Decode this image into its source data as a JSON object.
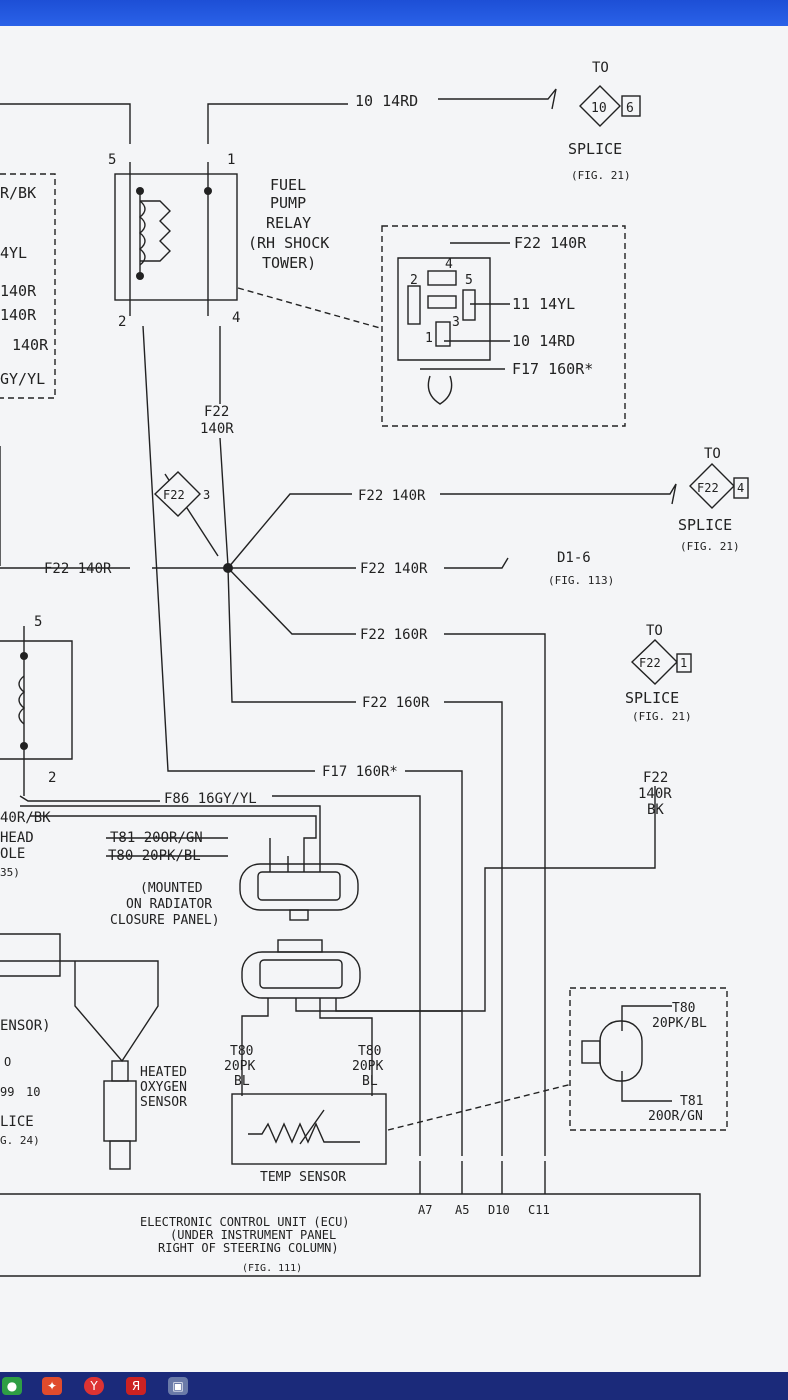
{
  "colors": {
    "line": "#222222",
    "paper": "#f4f5f7",
    "taskbar": "#1b2a7a",
    "titlebar": "#2a62e8"
  },
  "wires": {
    "top_10_14rd": "10 14RD",
    "f22_140or_up": "F22 140R",
    "f22_140or_mid": "F22 140R",
    "f22_140or_left": "F22 140R",
    "f22_160or_a": "F22 160R",
    "f22_160or_b": "F22 160R",
    "f17_160or": "F17 160R*",
    "f86": "F86 16GY/YL",
    "t81": "T81 20OR/GN",
    "t80": "T80 20PK/BL",
    "f22_140or_vert": [
      "F22",
      "140R"
    ],
    "f22_140or_bk": [
      "F22",
      "140R",
      "BK"
    ],
    "t80_20pk_bl_1": [
      "T80",
      "20PK",
      "BL"
    ],
    "t80_20pk_bl_2": [
      "T80",
      "20PK",
      "BL"
    ],
    "left_or_bk": "40R/BK"
  },
  "relay": {
    "label": [
      "FUEL",
      "PUMP",
      "RELAY",
      "(RH SHOCK",
      "TOWER)"
    ],
    "pins": [
      "5",
      "1",
      "2",
      "4"
    ]
  },
  "detail_box": {
    "wire1": "F22 140R",
    "wire2": "11 14YL",
    "wire3": "10 14RD",
    "wire4": "F17 160R*",
    "pins": [
      "4",
      "5",
      "2",
      "1",
      "3"
    ]
  },
  "splices": [
    {
      "to": "TO",
      "id": "10",
      "num": "6",
      "label": "SPLICE",
      "fig": "(FIG. 21)"
    },
    {
      "to": "TO",
      "id": "F22",
      "num": "4",
      "label": "SPLICE",
      "fig": "(FIG. 21)"
    },
    {
      "to": "TO",
      "id": "F22",
      "num": "1",
      "label": "SPLICE",
      "fig": "(FIG. 21)"
    }
  ],
  "splice_marker": {
    "id": "F22",
    "num": "3"
  },
  "d1": {
    "label": "D1-6",
    "fig": "(FIG. 113)"
  },
  "left_side": [
    "R/BK",
    "4YL",
    "140R",
    "140R",
    "140R",
    "GY/YL",
    "5",
    "2",
    "HEAD",
    "OLE",
    "35)",
    "ENSOR)",
    "O",
    "99",
    "10",
    "LICE",
    "G. 24)"
  ],
  "connector_note": [
    "(MOUNTED",
    "ON RADIATOR",
    "CLOSURE PANEL)"
  ],
  "oxygen": [
    "HEATED",
    "OXYGEN",
    "SENSOR"
  ],
  "temp_sensor": "TEMP SENSOR",
  "sensor_box": {
    "t80": "T80",
    "t80b": "20PK/BL",
    "t81": "T81",
    "t81b": "20OR/GN"
  },
  "ecu": {
    "line1": "ELECTRONIC CONTROL UNIT (ECU)",
    "line2": "(UNDER INSTRUMENT PANEL",
    "line3": "RIGHT OF STEERING COLUMN)",
    "fig": "(FIG. 111)",
    "pins": [
      "A7",
      "A5",
      "D10",
      "C11"
    ]
  },
  "taskbar_icons": [
    "chrome",
    "apps",
    "yandex-y",
    "yandex-browser",
    "image"
  ]
}
